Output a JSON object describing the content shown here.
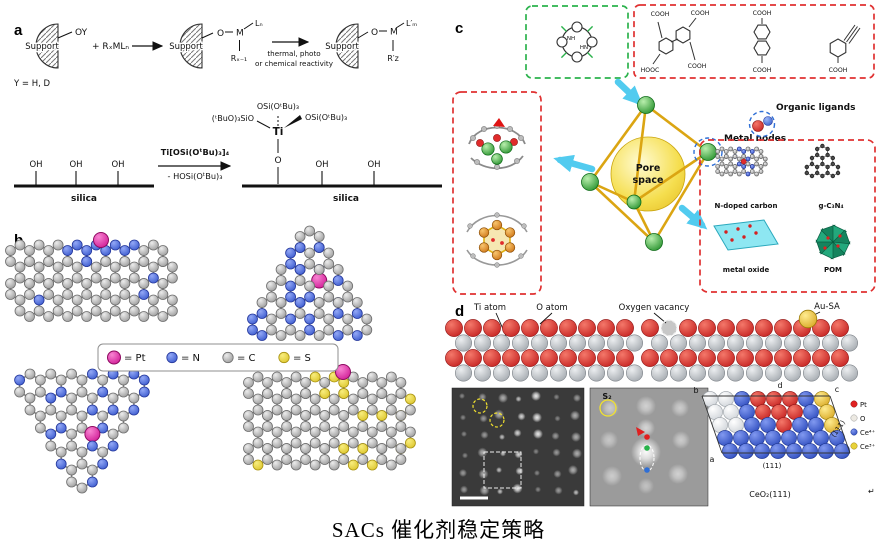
{
  "caption": "SACs 催化剂稳定策略",
  "panels": {
    "a": {
      "label": "a",
      "support": "Support",
      "oy": "OY",
      "plus_reagent": "+ RₓMLₙ",
      "o": "O",
      "m": "M",
      "rx1": "Rₓ₋₁",
      "ln": "Lₙ",
      "rxn1": "thermal, photo",
      "rxn2": "or chemical reactivity",
      "lm": "L′ₘ",
      "rz": "R′z",
      "y_note": "Y = H, D",
      "oh": "OH",
      "silica": "silica",
      "reagent": "Ti[OSi(OᵗBu)₃]₄",
      "byproduct": "- HOSi(OᵗBu)₃",
      "siloxide": "(ᵗBuO)₃SiO",
      "ti": "Ti",
      "osi": "OSi(OᵗBu)₃",
      "reagent_color": "#e0218a"
    },
    "b": {
      "label": "b",
      "legend": [
        {
          "name": "platinum",
          "text": "= Pt",
          "color": "#cb0e8e"
        },
        {
          "name": "nitrogen",
          "text": "= N",
          "color": "#2f50c9"
        },
        {
          "name": "carbon",
          "text": "= C",
          "color": "#8f8f8f"
        },
        {
          "name": "sulfur",
          "text": "= S",
          "color": "#d9c021"
        }
      ]
    },
    "c": {
      "label": "c",
      "metal_nodes": "Metal nodes",
      "organic_ligands": "Organic ligands",
      "pore1": "Pore",
      "pore2": "space",
      "nh": "NH",
      "hn": "HN",
      "cooh": [
        "COOH",
        "HOOC",
        "COOH",
        "COOH",
        "COOH",
        "COOH",
        "COOH"
      ],
      "supports": [
        "N-doped carbon",
        "g-C₃N₄",
        "metal oxide",
        "POM"
      ]
    },
    "d": {
      "label": "d",
      "ti_atom": "Ti atom",
      "o_atom": "O atom",
      "oxygen_vacancy": "Oxygen vacancy",
      "au_sa": "Au-SA",
      "s2": "S₂",
      "facet": "(111)",
      "ceo2": "CeO₂(111)",
      "corners": [
        "a",
        "b",
        "c",
        "d"
      ],
      "model_legend": [
        {
          "text": "Pt",
          "color": "#e02020"
        },
        {
          "text": "O",
          "color": "#ece9e2"
        },
        {
          "text": "Ce⁴⁺",
          "color": "#2443b8"
        },
        {
          "text": "Ce³⁺",
          "color": "#e8d23a"
        }
      ],
      "return_mark": "↵"
    }
  }
}
